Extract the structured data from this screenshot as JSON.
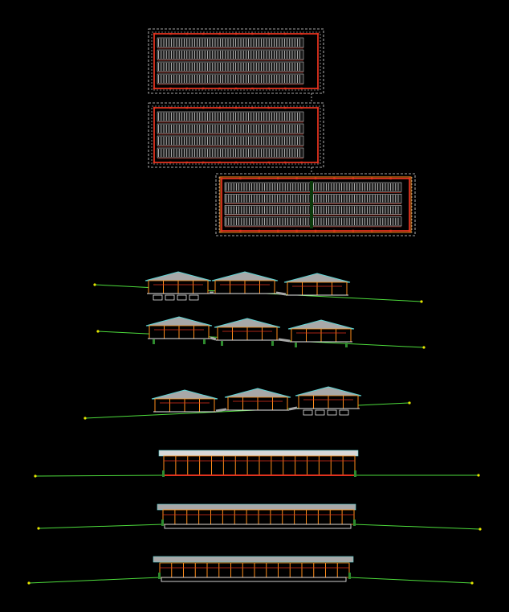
{
  "drawing": {
    "background": "#000000",
    "colors": {
      "outline_dashed": "#dcdcdc",
      "wall_red": "#e0321e",
      "frame_orange": "#ff8c1a",
      "roof_gray": "#a8a8a8",
      "roof_edge": "#5fd3d3",
      "ground_green": "#4ddc3c",
      "ground_yellow": "#e6e600",
      "rack_white": "#e8e8e8",
      "marker_dark_green": "#2e8b2e"
    },
    "plan_views": [
      {
        "id": "plan-1",
        "bays": 4
      },
      {
        "id": "plan-2",
        "bays": 4
      },
      {
        "id": "plan-3",
        "bays": 4
      }
    ],
    "cross_sections": [
      {
        "id": "section-a",
        "sheds": 3
      },
      {
        "id": "section-b",
        "sheds": 3
      },
      {
        "id": "section-c",
        "sheds": 3
      }
    ],
    "longitudinal_elevations": [
      {
        "id": "elevation-a"
      },
      {
        "id": "elevation-b"
      },
      {
        "id": "elevation-c"
      }
    ]
  }
}
